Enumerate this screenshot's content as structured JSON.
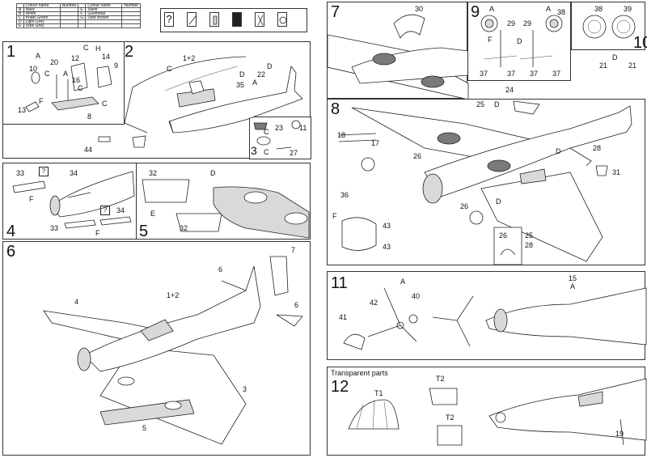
{
  "color_table": {
    "header": [
      "Colour name",
      "Number",
      "Colour name",
      "Number"
    ],
    "rows": [
      [
        "Navy",
        "",
        "Silver",
        ""
      ],
      [
        "White",
        "",
        "Gunmetal",
        ""
      ],
      [
        "Khaki Green",
        "",
        "Dark Brown",
        ""
      ],
      [
        "Light Grey",
        "",
        "",
        ""
      ],
      [
        "Dark Grey",
        "",
        "",
        ""
      ]
    ],
    "row_codes": [
      [
        "A",
        "E"
      ],
      [
        "B",
        "F"
      ],
      [
        "C",
        "G"
      ],
      [
        "D",
        ""
      ],
      [
        "E",
        ""
      ]
    ]
  },
  "steps": {
    "s1": {
      "number": "1",
      "labels": [
        "A",
        "10",
        "C",
        "20",
        "A",
        "16",
        "C",
        "12",
        "H",
        "14",
        "9",
        "C",
        "C",
        "F",
        "13",
        "8"
      ]
    },
    "s2": {
      "number": "2",
      "labels": [
        "1+2",
        "C",
        "D",
        "22",
        "35",
        "D",
        "A",
        "44"
      ]
    },
    "s3": {
      "number": "3",
      "labels": [
        "C",
        "23",
        "11",
        "C",
        "27"
      ]
    },
    "s4": {
      "number": "4",
      "labels": [
        "33",
        "34",
        "F",
        "33",
        "34",
        "F"
      ]
    },
    "s5": {
      "number": "5",
      "labels": [
        "32",
        "D",
        "E",
        "32"
      ]
    },
    "s6": {
      "number": "6",
      "labels": [
        "1+2",
        "4",
        "6",
        "7",
        "6",
        "3",
        "5"
      ]
    },
    "s7": {
      "number": "7",
      "labels": [
        "30"
      ]
    },
    "s8": {
      "number": "8",
      "labels": [
        "25",
        "D",
        "24",
        "21",
        "D",
        "21",
        "18",
        "17",
        "26",
        "D",
        "28",
        "31",
        "36",
        "F",
        "43",
        "43",
        "26",
        "D",
        "26",
        "25",
        "28"
      ]
    },
    "s9": {
      "number": "9",
      "labels": [
        "A",
        "A",
        "38",
        "29",
        "29",
        "F",
        "D",
        "37",
        "37",
        "37",
        "37"
      ]
    },
    "s10": {
      "number": "10",
      "labels": [
        "38",
        "39"
      ]
    },
    "s11": {
      "number": "11",
      "labels": [
        "A",
        "42",
        "40",
        "41",
        "15",
        "A"
      ]
    },
    "s12": {
      "number": "12",
      "title": "Transparent parts",
      "labels": [
        "T1",
        "T2",
        "T2",
        "19"
      ]
    }
  },
  "icons": [
    "question-icon",
    "paint-brush-icon",
    "glue-icon",
    "cut-icon",
    "drill-icon",
    "repeat-icon"
  ]
}
